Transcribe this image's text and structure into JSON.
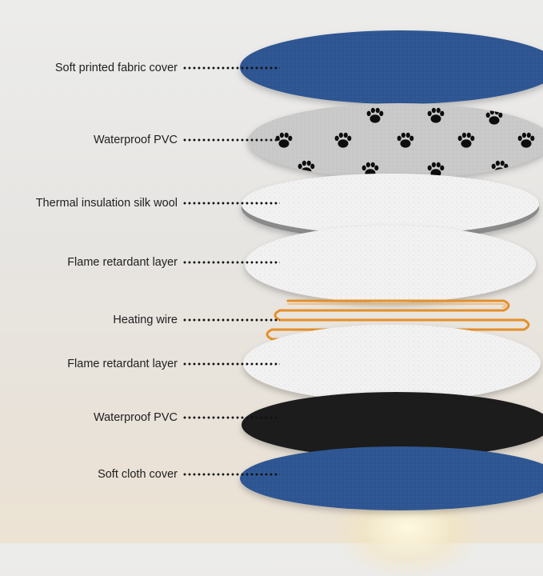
{
  "layers": [
    {
      "label": "Soft printed fabric cover",
      "material": "blue-fabric",
      "color": "#2f5692"
    },
    {
      "label": "Waterproof PVC",
      "material": "paw-print-fabric",
      "color": "#c7c7c7"
    },
    {
      "label": "Thermal insulation silk wool",
      "material": "silk-wool",
      "color": "#e6e6e6"
    },
    {
      "label": "Flame retardant layer",
      "material": "white-felt",
      "color": "#f1f1f1"
    },
    {
      "label": "Heating wire",
      "material": "heating-wire",
      "color": "#e5902c"
    },
    {
      "label": "Flame retardant layer",
      "material": "white-felt",
      "color": "#f1f1f1"
    },
    {
      "label": "Waterproof PVC",
      "material": "black-pvc",
      "color": "#1f1f1f"
    },
    {
      "label": "Soft cloth cover",
      "material": "blue-fabric",
      "color": "#2f5692"
    }
  ],
  "icons": {
    "paw": "paw-print-icon"
  }
}
